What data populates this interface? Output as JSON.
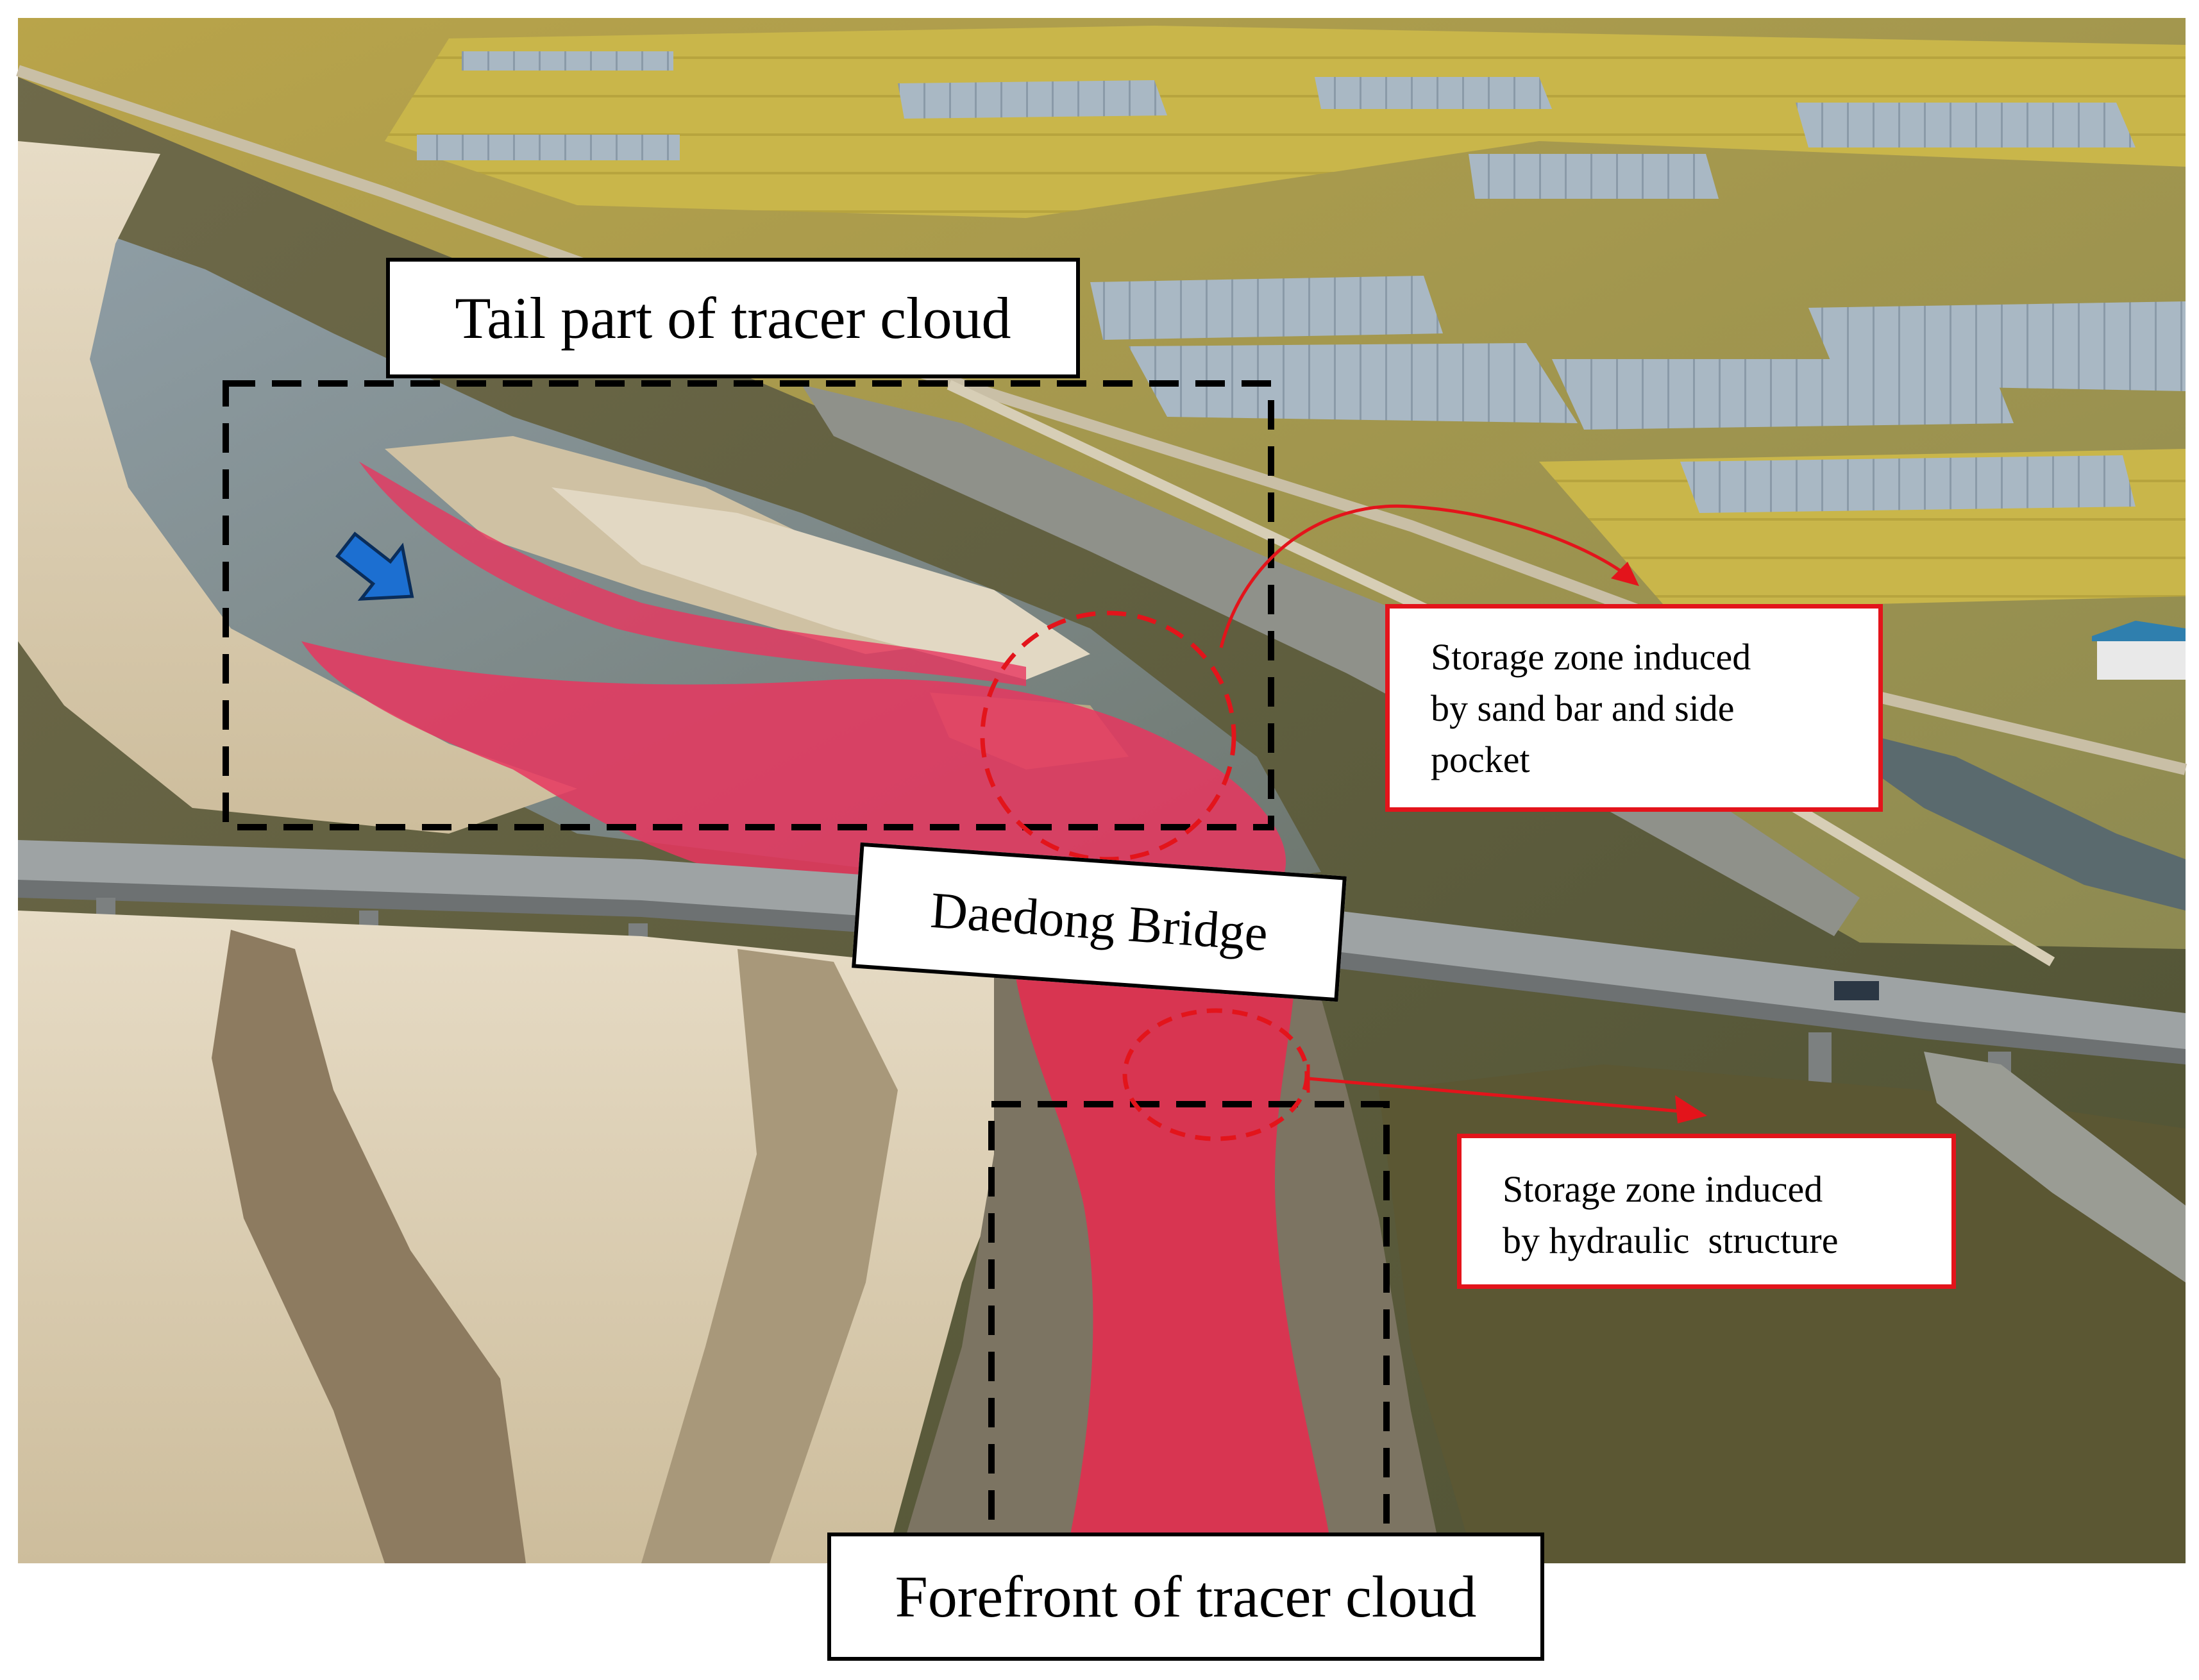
{
  "annotations": {
    "tail_label": "Tail part of tracer cloud",
    "bridge_label": "Daedong Bridge",
    "forefront_label": "Forefront of tracer cloud",
    "storage_zone_1": [
      "Storage zone induced",
      "by sand bar and side",
      "pocket"
    ],
    "storage_zone_2": [
      "Storage zone induced",
      "by hydraulic  structure"
    ]
  },
  "colors": {
    "tracer": "#e8365f",
    "annotation_red": "#e3141b",
    "flow_arrow": "#1c6fd1"
  }
}
